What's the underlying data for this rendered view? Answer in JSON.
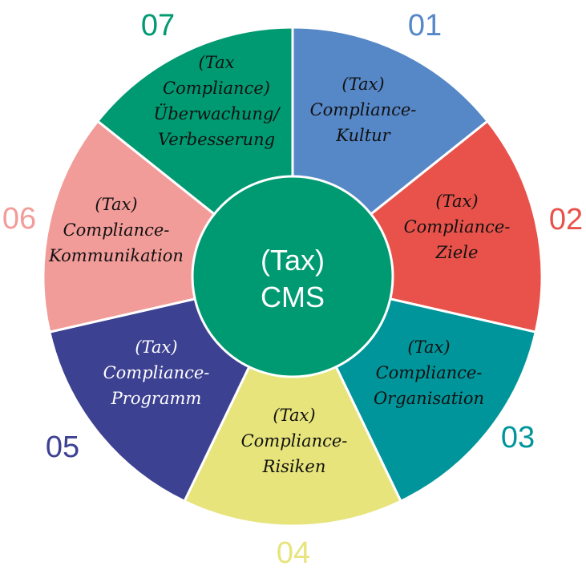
{
  "center": {
    "lines": [
      "(Tax)",
      "CMS"
    ],
    "color": "#009A72"
  },
  "segments": [
    {
      "number": "01",
      "lines": [
        "(Tax)",
        "Compliance-",
        "Kultur"
      ],
      "color": "#5687C7",
      "text_color": "#111111"
    },
    {
      "number": "02",
      "lines": [
        "(Tax)",
        "Compliance-",
        "Ziele"
      ],
      "color": "#E8524A",
      "text_color": "#111111"
    },
    {
      "number": "03",
      "lines": [
        "(Tax)",
        "Compliance-",
        "Organisation"
      ],
      "color": "#00959A",
      "text_color": "#111111"
    },
    {
      "number": "04",
      "lines": [
        "(Tax)",
        "Compliance-",
        "Risiken"
      ],
      "color": "#E6E47A",
      "text_color": "#111111"
    },
    {
      "number": "05",
      "lines": [
        "(Tax)",
        "Compliance-",
        "Programm"
      ],
      "color": "#3D4192",
      "text_color": "#FFFFFF"
    },
    {
      "number": "06",
      "lines": [
        "(Tax)",
        "Compliance-",
        "Kommunikation"
      ],
      "color": "#F29C9A",
      "text_color": "#111111"
    },
    {
      "number": "07",
      "lines": [
        "(Tax",
        "Compliance)",
        "Überwachung/",
        "Verbesserung"
      ],
      "color": "#009A72",
      "text_color": "#111111"
    }
  ]
}
